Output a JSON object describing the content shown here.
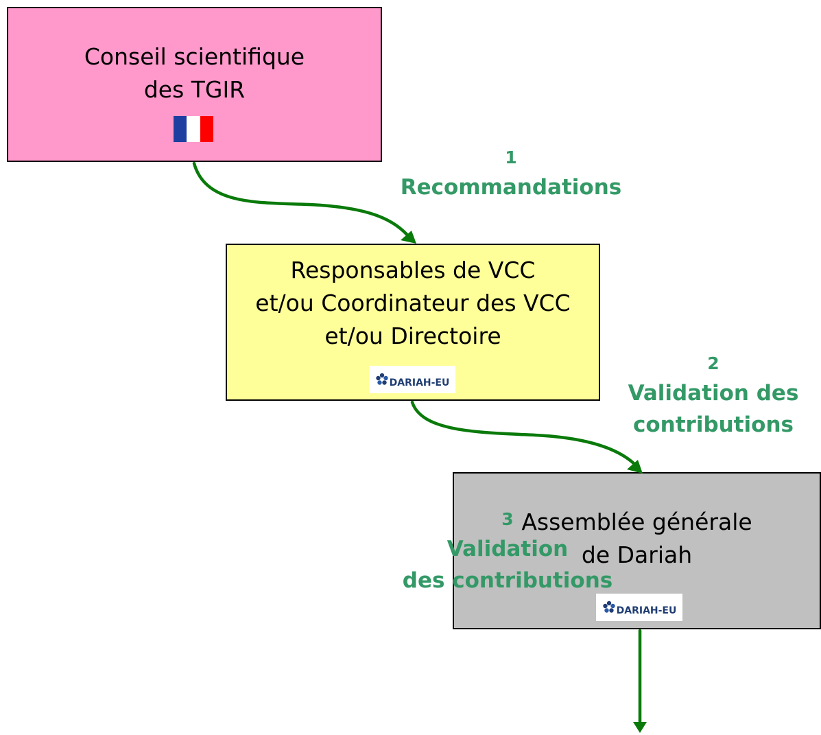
{
  "boxes": {
    "conseil": {
      "lines": [
        "Conseil scientifique",
        "des TGIR"
      ],
      "color": "#ff99cc",
      "icon": "french-flag-icon",
      "flag_colors": [
        "#1f3fa0",
        "#ffffff",
        "#ff0000"
      ]
    },
    "responsables": {
      "lines": [
        "Responsables de VCC",
        "et/ou Coordinateur des VCC",
        "et/ou Directoire"
      ],
      "color": "#ffff99",
      "logo_text": "DARIAH-EU"
    },
    "assemblee": {
      "lines": [
        "Assemblée générale",
        "de Dariah"
      ],
      "color": "#c0c0c0",
      "logo_text": "DARIAH-EU"
    }
  },
  "edges": [
    {
      "from": "conseil",
      "to": "responsables",
      "number": "1",
      "label_lines": [
        "Recommandations"
      ]
    },
    {
      "from": "responsables",
      "to": "assemblee",
      "number": "2",
      "label_lines": [
        "Validation des",
        "contributions"
      ]
    },
    {
      "from": "assemblee",
      "to": "",
      "number": "3",
      "label_lines": [
        "Validation",
        "des contributions"
      ]
    }
  ],
  "colors": {
    "arrow": "#0a7a0a",
    "label": "#339966",
    "logo_text": "#1f3d73"
  }
}
